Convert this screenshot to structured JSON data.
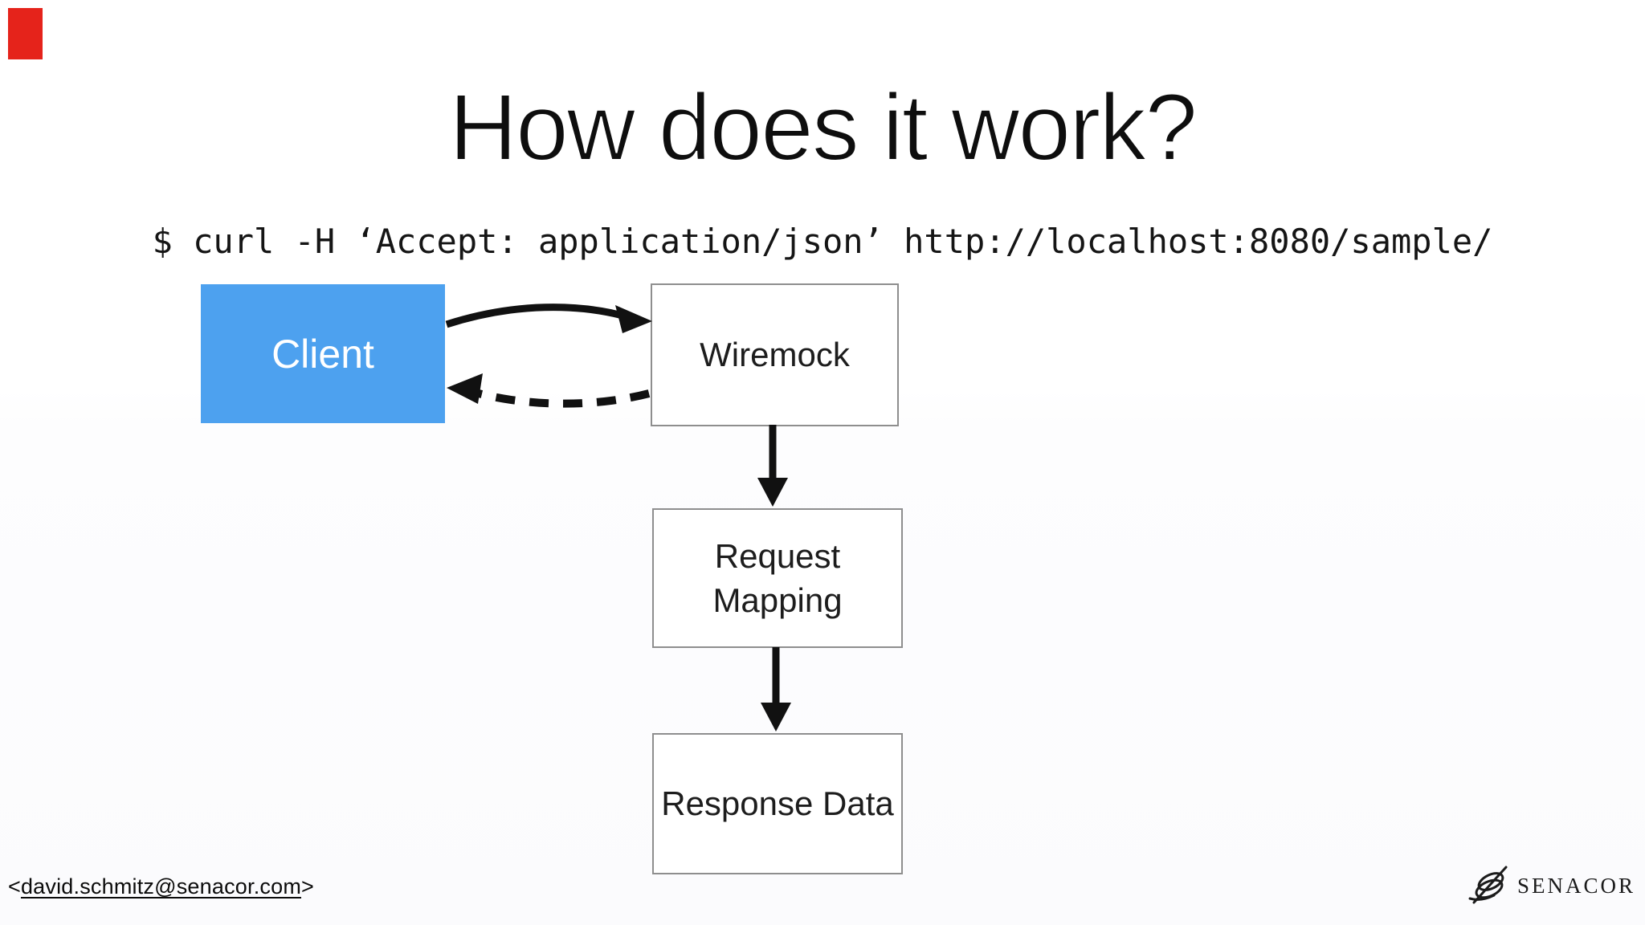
{
  "slide": {
    "title": "How does it work?",
    "command": "$ curl -H ‘Accept: application/json’ http://localhost:8080/sample/",
    "footer": {
      "prefix": "<",
      "email": "david.schmitz@senacor.com",
      "suffix": ">"
    },
    "logo_text": "SENACOR",
    "colors": {
      "client_fill": "#4da1ef",
      "box_border": "#8e8e8e",
      "accent_red": "#e5231b",
      "arrow": "#111111",
      "logo": "#1b1b1b"
    }
  },
  "diagram": {
    "nodes": [
      {
        "id": "client",
        "label": "Client"
      },
      {
        "id": "wiremock",
        "label": "Wiremock"
      },
      {
        "id": "request-mapping",
        "label": "Request\nMapping"
      },
      {
        "id": "response-data",
        "label": "Response Data"
      }
    ],
    "edges": [
      {
        "from": "client",
        "to": "wiremock",
        "style": "solid-curved"
      },
      {
        "from": "wiremock",
        "to": "client",
        "style": "dashed-curved"
      },
      {
        "from": "wiremock",
        "to": "request-mapping",
        "style": "solid-straight"
      },
      {
        "from": "request-mapping",
        "to": "response-data",
        "style": "solid-straight"
      }
    ]
  }
}
